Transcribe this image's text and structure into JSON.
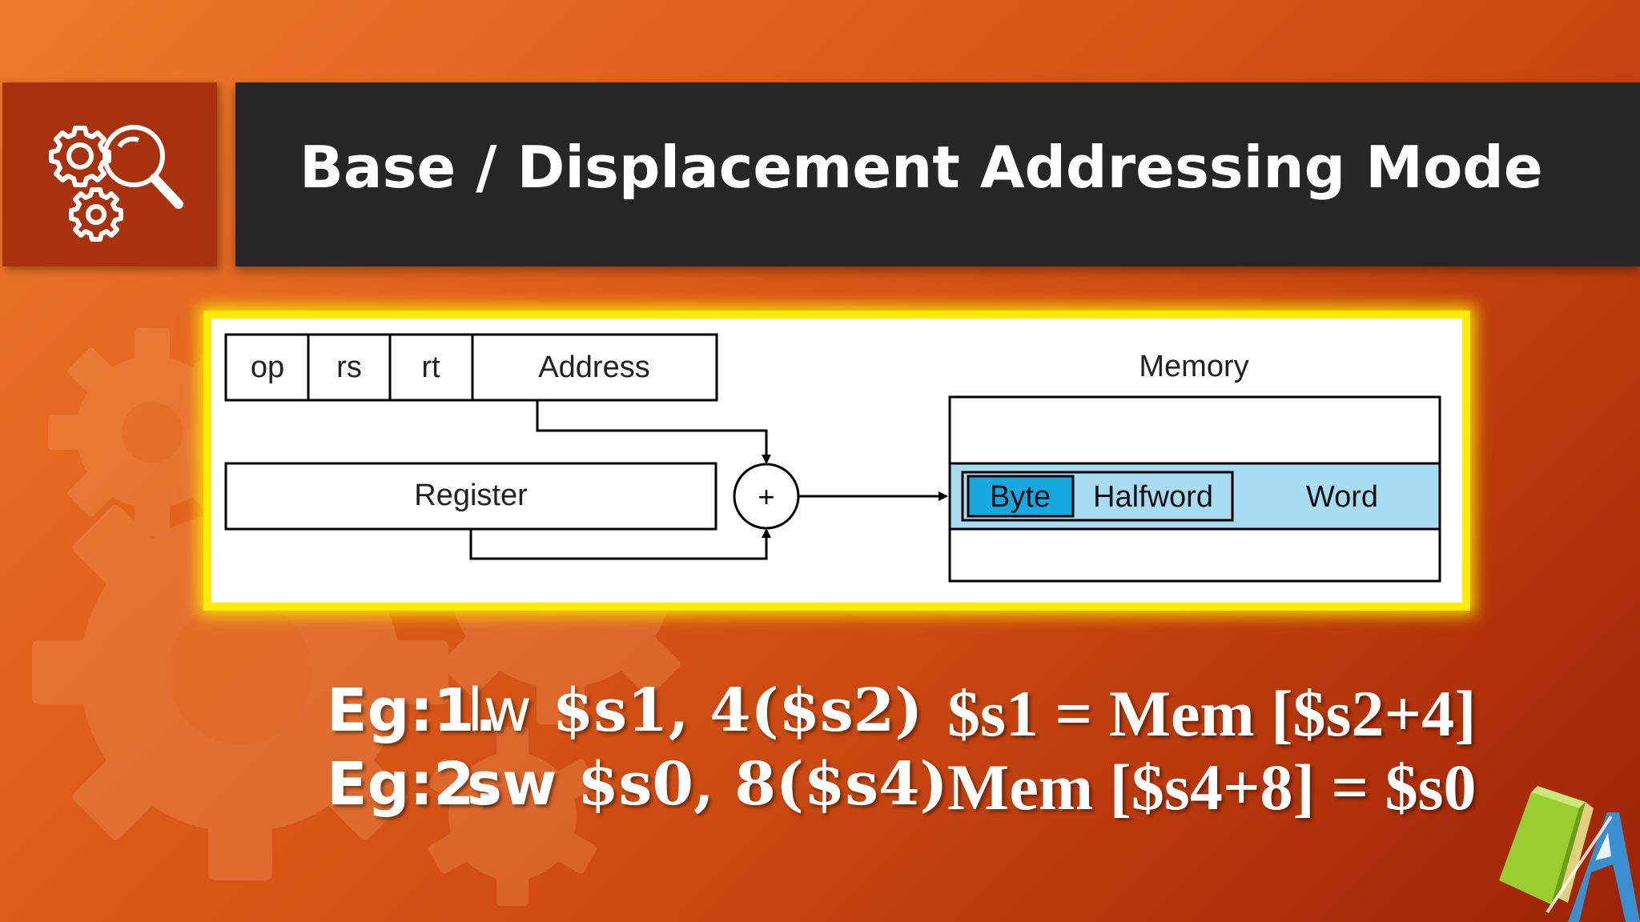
{
  "title": "Base / Displacement Addressing Mode",
  "icons": {
    "header": "gears-magnifier-icon",
    "logo": "book-a-logo-icon"
  },
  "diagram": {
    "fields": [
      "op",
      "rs",
      "rt",
      "Address"
    ],
    "register_label": "Register",
    "adder_symbol": "+",
    "memory_label": "Memory",
    "memory_units": [
      "Byte",
      "Halfword",
      "Word"
    ]
  },
  "examples": [
    {
      "label": "Eg:",
      "number": "1.",
      "mnemonic": "lw",
      "operands": "$s1, 4($s2)",
      "result": "$s1 = Mem [$s2+4]"
    },
    {
      "label": "Eg:",
      "number": "2.",
      "mnemonic": "sw",
      "operands": "$s0, 8($s4)",
      "result": "Mem [$s4+8] = $s0"
    }
  ],
  "colors": {
    "title_bar": "#262626",
    "icon_box": "#a8320e",
    "highlight_frame": "#ffeb00",
    "memory_row": "#a8dcf2",
    "byte_box": "#18a8e0"
  }
}
